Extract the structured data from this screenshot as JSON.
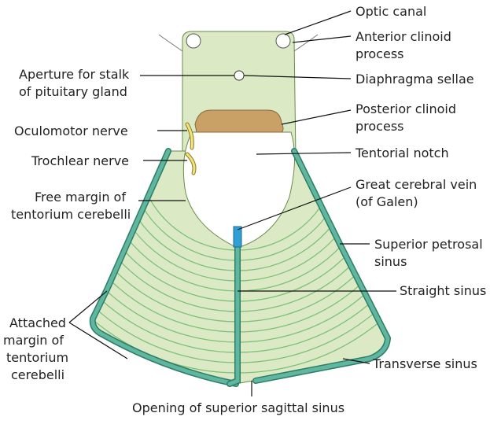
{
  "colors": {
    "tissue_fill": "#dbeac5",
    "tissue_stroke": "#6a8a4a",
    "fold_line": "#7cc07a",
    "sinus": "#5fb7a0",
    "sinus_edge": "#2f7c68",
    "bone": "#c9a065",
    "nerve": "#f2e27a",
    "vein": "#2f9fd6",
    "label": "#222222"
  },
  "labels": {
    "optic_canal": "Optic canal",
    "anterior_clinoid_1": "Anterior clinoid",
    "anterior_clinoid_2": "process",
    "aperture_1": "Aperture for stalk",
    "aperture_2": "of pituitary gland",
    "diaphragma": "Diaphragma sellae",
    "posterior_clinoid_1": "Posterior clinoid",
    "posterior_clinoid_2": "process",
    "oculomotor": "Oculomotor nerve",
    "tentorial_notch": "Tentorial notch",
    "trochlear": "Trochlear nerve",
    "free_margin_1": "Free margin of",
    "free_margin_2": "tentorium cerebelli",
    "great_vein_1": "Great cerebral vein",
    "great_vein_2": "(of Galen)",
    "sup_petrosal_1": "Superior petrosal",
    "sup_petrosal_2": "sinus",
    "straight_sinus": "Straight sinus",
    "attached_1": "Attached",
    "attached_2": "margin of",
    "attached_3": "tentorium",
    "attached_4": "cerebelli",
    "transverse": "Transverse sinus",
    "opening": "Opening of superior sagittal sinus"
  }
}
